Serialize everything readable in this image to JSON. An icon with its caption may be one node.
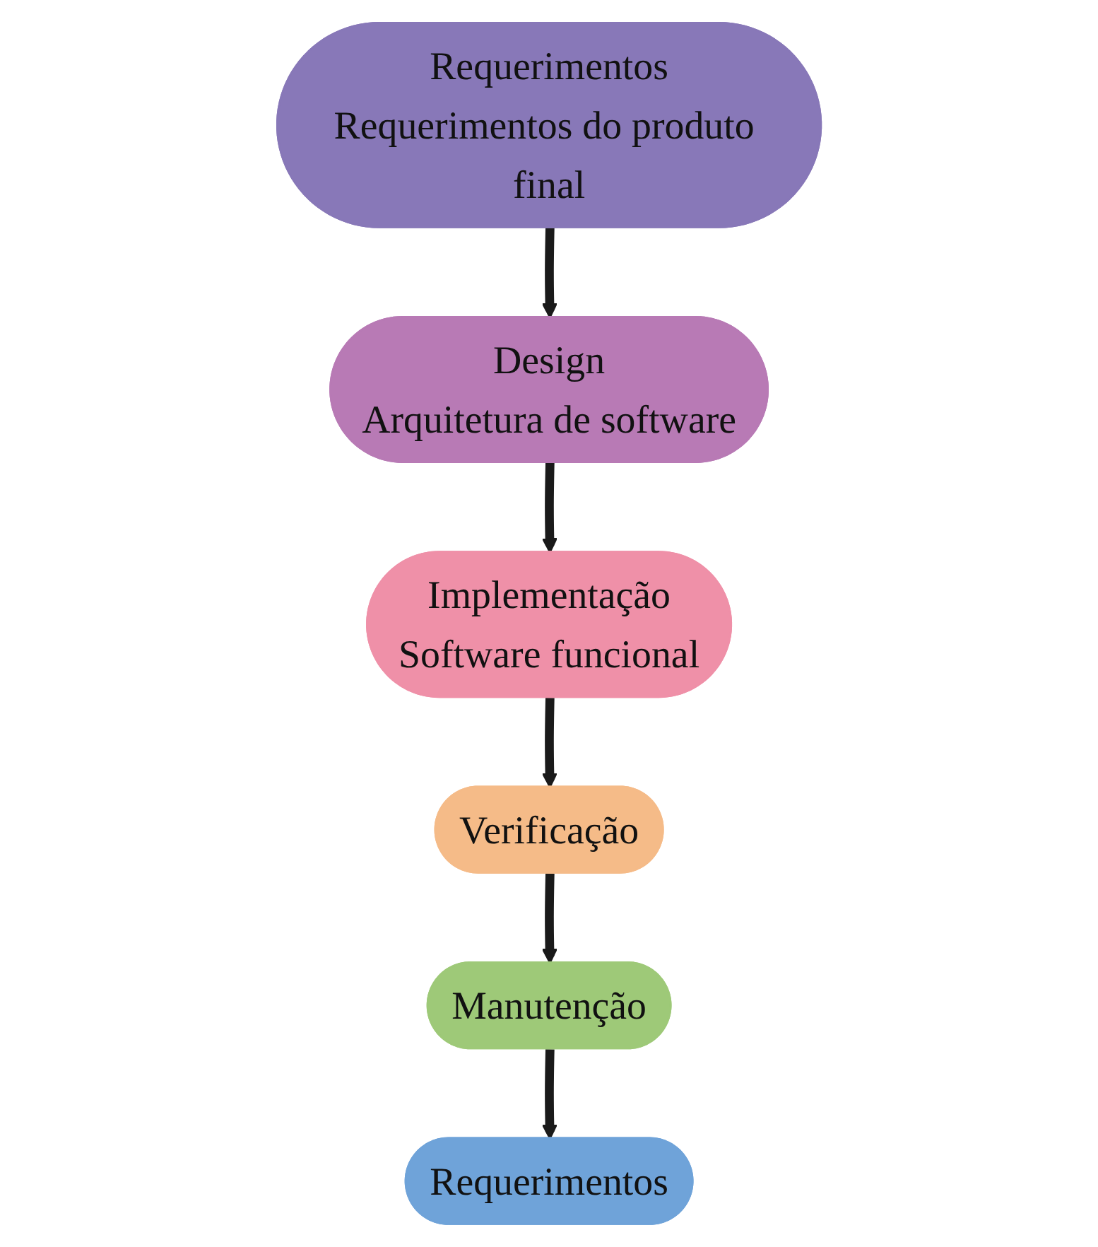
{
  "diagram": {
    "nodes": [
      {
        "text": [
          "Requerimentos",
          "Requerimentos do produto final"
        ]
      },
      {
        "text": [
          "Design",
          "Arquitetura de software"
        ]
      },
      {
        "text": [
          "Implementação",
          "Software funcional"
        ]
      },
      {
        "text": [
          "Verificação"
        ]
      },
      {
        "text": [
          "Manutenção"
        ]
      },
      {
        "text": [
          "Requerimentos"
        ]
      }
    ],
    "edges": [
      {
        "from": 0,
        "to": 1,
        "arrow": "to"
      },
      {
        "from": 1,
        "to": 2,
        "arrow": "to"
      },
      {
        "from": 2,
        "to": 3,
        "arrow": "to"
      },
      {
        "from": 3,
        "to": 4,
        "arrow": "to"
      },
      {
        "from": 4,
        "to": 5,
        "arrow": "to"
      }
    ]
  }
}
